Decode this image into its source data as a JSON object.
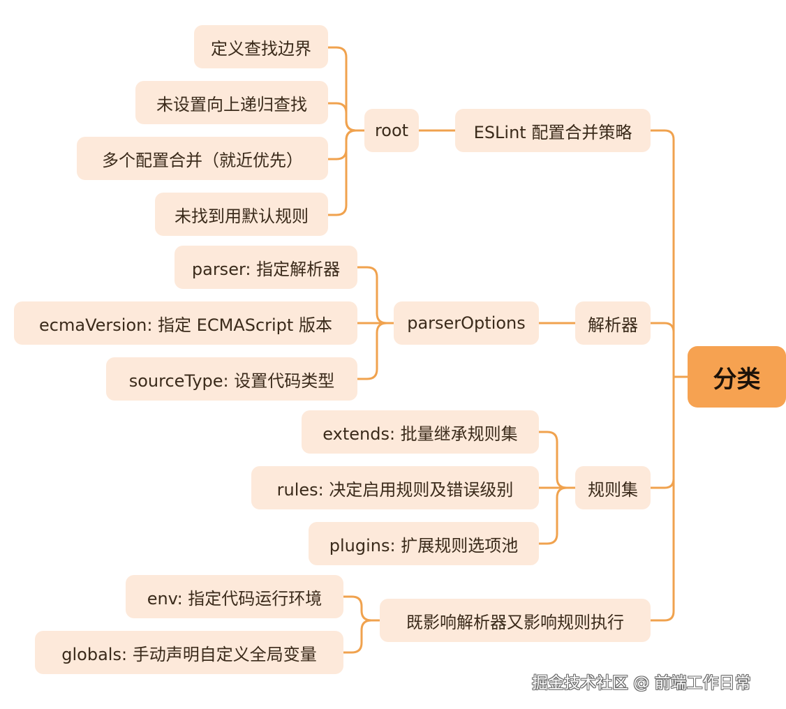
{
  "root": {
    "label": "分类"
  },
  "branches": [
    {
      "label": "ESLint 配置合并策略",
      "sub": {
        "label": "root",
        "leaves": [
          "定义查找边界",
          "未设置向上递归查找",
          "多个配置合并（就近优先）",
          "未找到用默认规则"
        ]
      }
    },
    {
      "label": "解析器",
      "sub": {
        "label": "parserOptions",
        "leaves": [
          "parser: 指定解析器",
          "ecmaVersion: 指定 ECMAScript 版本",
          "sourceType: 设置代码类型"
        ]
      }
    },
    {
      "label": "规则集",
      "leaves": [
        "extends: 批量继承规则集",
        "rules: 决定启用规则及错误级别",
        "plugins: 扩展规则选项池"
      ]
    },
    {
      "label": "既影响解析器又影响规则执行",
      "leaves": [
        "env: 指定代码运行环境",
        "globals: 手动声明自定义全局变量"
      ]
    }
  ],
  "watermark": "掘金技术社区 @ 前端工作日常",
  "colors": {
    "connector": "#f0a24e",
    "root_fill": "#f6a251",
    "node_fill": "#fde9da",
    "text": "#3a2a1a"
  }
}
